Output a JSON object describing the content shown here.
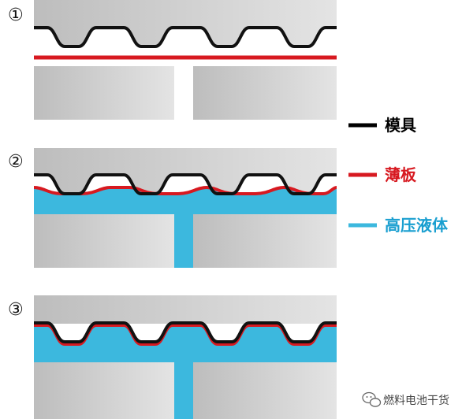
{
  "steps": [
    {
      "label": "①"
    },
    {
      "label": "②"
    },
    {
      "label": "③"
    }
  ],
  "legend": [
    {
      "text": "模具",
      "color": "#000000"
    },
    {
      "text": "薄板",
      "color": "#d71920"
    },
    {
      "text": "高压液体",
      "color": "#3cb8de"
    }
  ],
  "watermark": {
    "text": "燃料电池干货"
  },
  "colors": {
    "mold_line": "#111111",
    "sheet_line": "#d71920",
    "fluid": "#3cb8de",
    "plate_dark": "#bdbdbd",
    "plate_light": "#e4e4e4"
  }
}
